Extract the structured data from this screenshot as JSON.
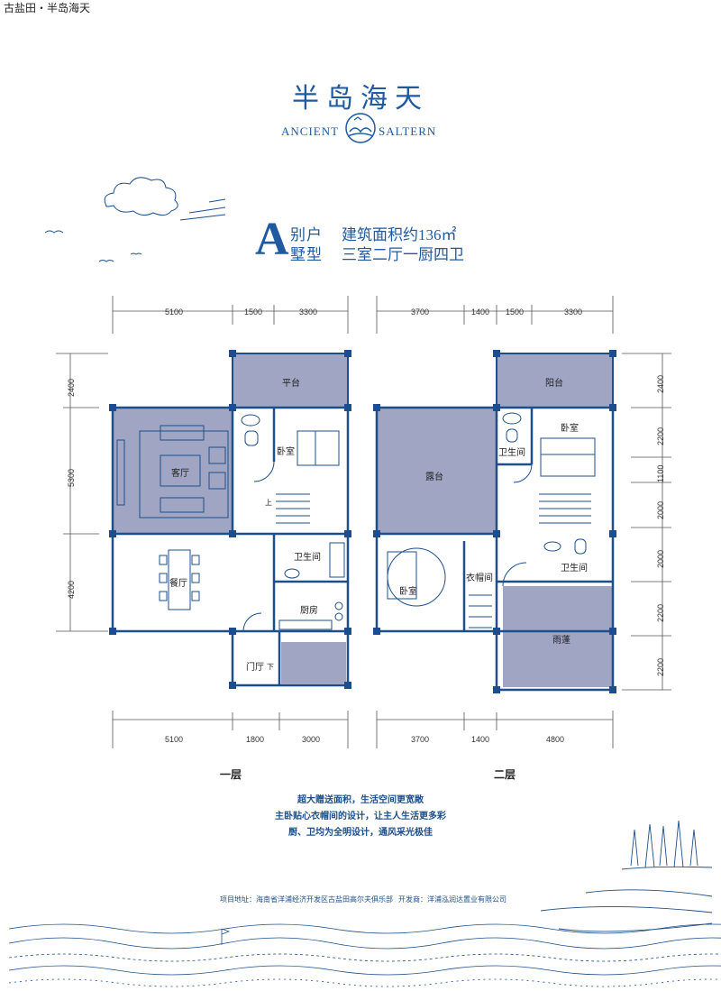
{
  "caption": "古盐田・半岛海天",
  "brand": {
    "name_cn": "半岛海天",
    "name_en_left": "ANCIENT",
    "name_en_right": "SALTERN"
  },
  "unit_type": {
    "letter": "A",
    "word_line1": "别户",
    "word_line2": "墅型",
    "area": "建筑面积约136㎡",
    "layout": "三室二厅一厨四卫"
  },
  "floor1": {
    "label": "一层",
    "dims_top": [
      "5100",
      "1500",
      "3300"
    ],
    "dims_bottom": [
      "5100",
      "1800",
      "3000"
    ],
    "dims_left": [
      "2400",
      "5300",
      "4200"
    ],
    "rooms": {
      "terrace": "平台",
      "living": "客厅",
      "bedroom": "卧室",
      "dining": "餐厅",
      "bath": "卫生间",
      "kitchen": "厨房",
      "foyer": "门厅",
      "up": "上",
      "down": "下"
    }
  },
  "floor2": {
    "label": "二层",
    "dims_top": [
      "3700",
      "1400",
      "1500",
      "3300"
    ],
    "dims_bottom": [
      "3700",
      "1400",
      "4800"
    ],
    "dims_right": [
      "2400",
      "2200",
      "1100",
      "2000",
      "2000",
      "2200",
      "2200"
    ],
    "rooms": {
      "balcony": "阳台",
      "bedroom_a": "卧室",
      "bath_a": "卫生间",
      "deck": "露台",
      "closet": "衣帽间",
      "bedroom_b": "卧室",
      "bath_b": "卫生间",
      "canopy": "雨蓬"
    }
  },
  "features": [
    "超大赠送面积，生活空间更宽敞",
    "主卧贴心衣帽间的设计，让主人生活更多彩",
    "厨、卫均为全明设计，通风采光极佳"
  ],
  "footer": {
    "address_label": "项目地址：",
    "address": "海南省洋浦经济开发区古盐田高尔夫俱乐部",
    "developer_label": "开发商：",
    "developer": "洋浦泓润达置业有限公司"
  },
  "colors": {
    "brand_blue": "#1f5aa0",
    "line_blue": "#1d4f8a",
    "room_fill": "#9fa5c2",
    "column": "#1c4e8f"
  }
}
